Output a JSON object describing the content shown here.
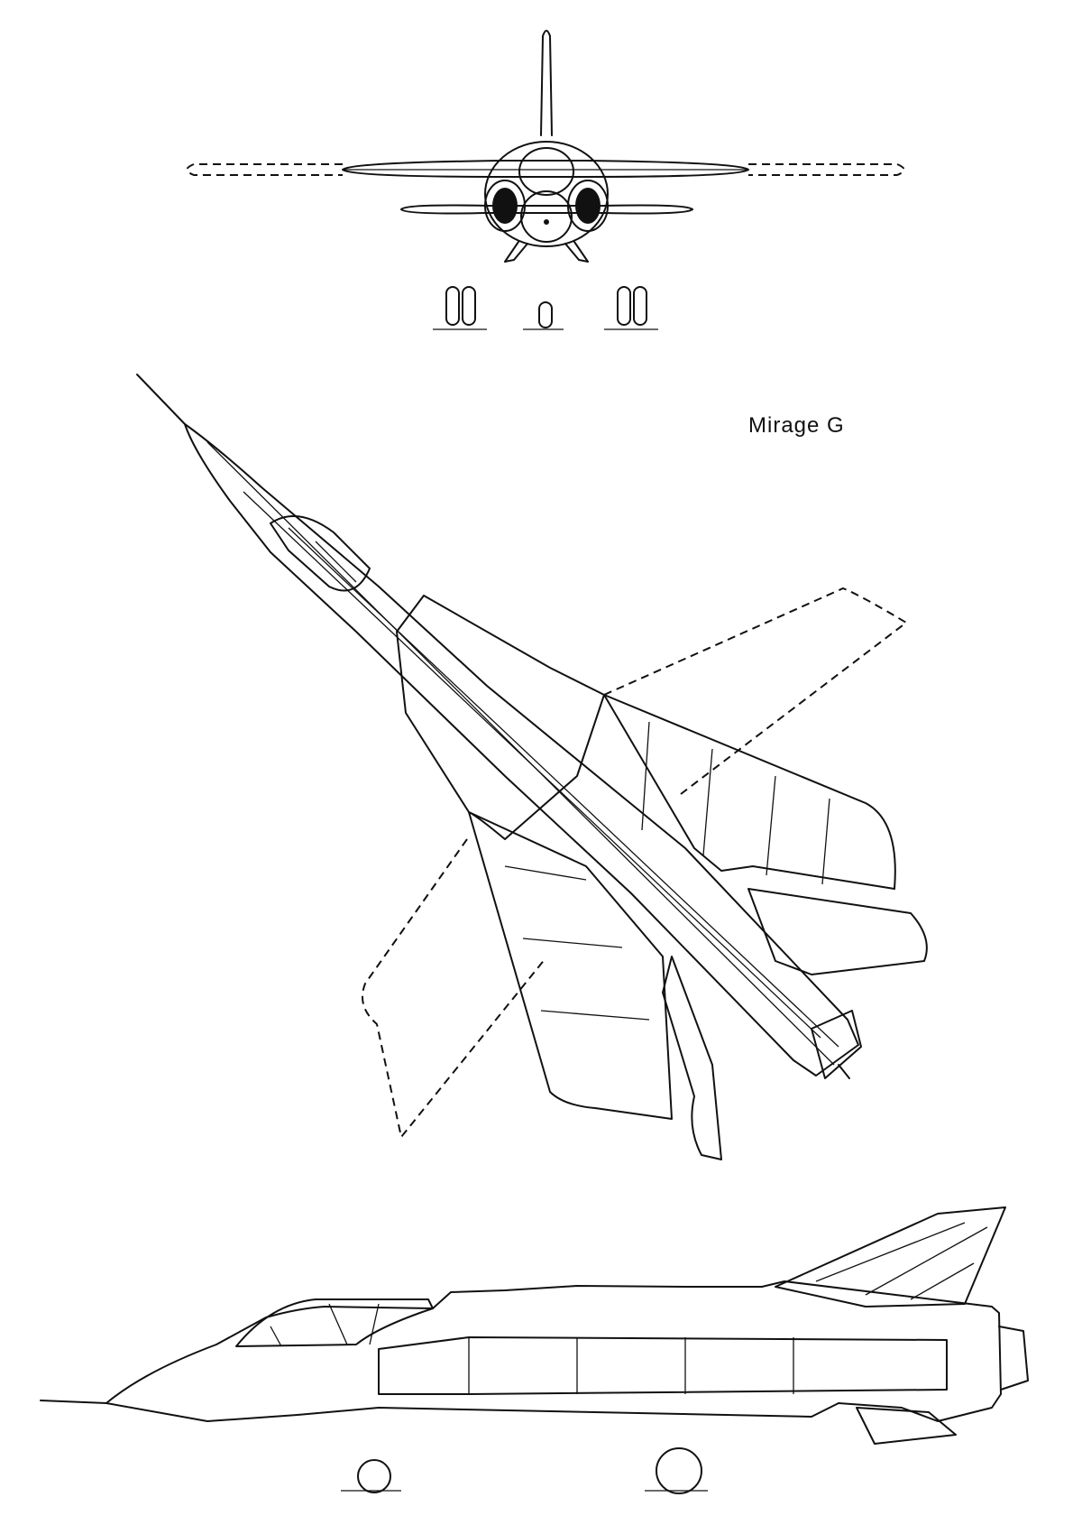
{
  "drawing": {
    "title": "Mirage G",
    "views": [
      "front-view",
      "plan-view",
      "side-view"
    ]
  },
  "colors": {
    "ink": "#111111",
    "paper": "#ffffff"
  }
}
